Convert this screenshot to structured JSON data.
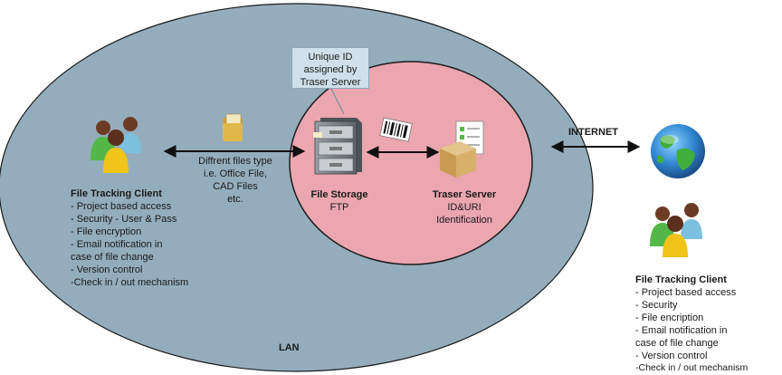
{
  "lan": {
    "label": "LAN",
    "fill": "#94adbd",
    "stroke": "#1b1b1b"
  },
  "server_zone": {
    "fill": "#eba6b0",
    "stroke": "#1b1b1b"
  },
  "unique_id_note": {
    "lines": [
      "Unique ID",
      "assigned by",
      "Traser Server"
    ]
  },
  "file_types_note": {
    "lines": [
      "Diffrent files type",
      "i.e. Office File,",
      "CAD Files",
      "etc."
    ]
  },
  "file_storage": {
    "title": "File Storage",
    "subtitle": "FTP",
    "icon": "file-cabinet-icon"
  },
  "traser_server": {
    "title": "Traser Server",
    "lines": [
      "ID&URI",
      "Identification"
    ],
    "icon": "server-box-icon"
  },
  "internet_label": "INTERNET",
  "lan_client": {
    "title": "File Tracking Client",
    "lines": [
      "- Project based access",
      "- Security - User & Pass",
      "- File encryption",
      "- Email notification in",
      "case of file change",
      "- Version control",
      "-Check in / out mechanism"
    ],
    "icon": "user-group-icon"
  },
  "remote_client": {
    "title": "File Tracking Client",
    "lines": [
      "- Project based access",
      "- Security",
      "- File encription",
      "- Email notification in",
      "case of file change",
      "- Version control",
      "-Check in / out mechanism"
    ],
    "icon": "user-group-icon"
  },
  "icons": {
    "folder": "folder-icon",
    "barcode": "barcode-icon",
    "globe": "globe-icon"
  }
}
